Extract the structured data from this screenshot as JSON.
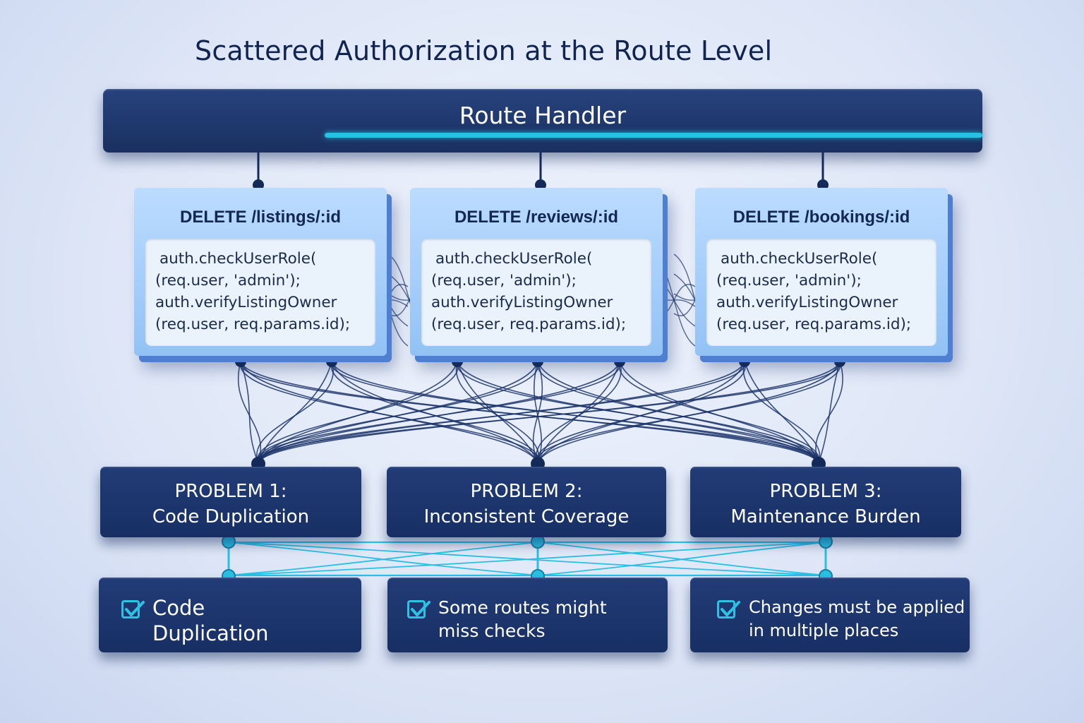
{
  "title": "Scattered Authorization at the Route Level",
  "handler": {
    "label": "Route Handler"
  },
  "routes": [
    {
      "title": "DELETE /listings/:id",
      "code": [
        "auth.checkUserRole(",
        "(req.user, 'admin');",
        "auth.verifyListingOwner",
        "(req.user, req.params.id);"
      ]
    },
    {
      "title": "DELETE /reviews/:id",
      "code": [
        "auth.checkUserRole(",
        "(req.user, 'admin');",
        "auth.verifyListingOwner",
        "(req.user, req.params.id);"
      ]
    },
    {
      "title": "DELETE /bookings/:id",
      "code": [
        "auth.checkUserRole(",
        "(req.user, 'admin');",
        "auth.verifyListingOwner",
        "(req.user, req.params.id);"
      ]
    }
  ],
  "problems": [
    {
      "number": "PROBLEM 1:",
      "name": "Code Duplication"
    },
    {
      "number": "PROBLEM 2:",
      "name": "Inconsistent Coverage"
    },
    {
      "number": "PROBLEM 3:",
      "name": "Maintenance Burden"
    }
  ],
  "details": [
    {
      "line1": "Code",
      "line2": "Duplication"
    },
    {
      "line1": "Some routes might",
      "line2": "miss checks"
    },
    {
      "line1": "Changes must be applied",
      "line2": "in multiple places"
    }
  ],
  "colors": {
    "navy": "#1b3368",
    "accent": "#29c0e4",
    "route_box": "#a8d0fa",
    "code_bg": "#eaf2fb"
  },
  "icons": {
    "detail": "checkbox-icon",
    "connector": "node-dot"
  }
}
